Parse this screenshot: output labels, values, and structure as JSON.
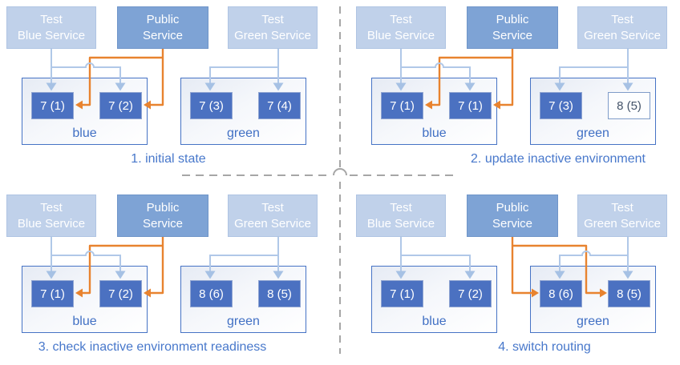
{
  "colors": {
    "service_test_fill": "#C0D1EA",
    "service_public_fill": "#7EA3D5",
    "pod_fill": "#4B71C1",
    "pod_outlined_fill": "#FDFEFF",
    "pod_outlined_text": "#44546A",
    "env_border": "#4673C5",
    "env_label_text": "#4170C4",
    "caption_text": "#4878CB",
    "test_route_line": "#B0C8E8",
    "public_route_line": "#E8832F",
    "divider_gray": "#A6A6A6"
  },
  "quadrants": [
    {
      "caption": "1. initial state",
      "public_route_to": "blue",
      "services": [
        {
          "label": "Test\nBlue Service"
        },
        {
          "label": "Public\nService"
        },
        {
          "label": "Test\nGreen Service"
        }
      ],
      "environments": [
        {
          "name": "blue",
          "pods": [
            {
              "label": "7 (1)"
            },
            {
              "label": "7 (2)"
            }
          ]
        },
        {
          "name": "green",
          "pods": [
            {
              "label": "7 (3)"
            },
            {
              "label": "7 (4)"
            }
          ]
        }
      ]
    },
    {
      "caption": "2. update inactive environment",
      "public_route_to": "blue",
      "services": [
        {
          "label": "Test\nBlue Service"
        },
        {
          "label": "Public\nService"
        },
        {
          "label": "Test\nGreen Service"
        }
      ],
      "environments": [
        {
          "name": "blue",
          "pods": [
            {
              "label": "7 (1)"
            },
            {
              "label": "7 (1)"
            }
          ]
        },
        {
          "name": "green",
          "pods": [
            {
              "label": "7 (3)"
            },
            {
              "label": "8 (5)",
              "outlined": true
            }
          ]
        }
      ]
    },
    {
      "caption": "3. check inactive environment readiness",
      "public_route_to": "blue",
      "services": [
        {
          "label": "Test\nBlue Service"
        },
        {
          "label": "Public\nService"
        },
        {
          "label": "Test\nGreen Service"
        }
      ],
      "environments": [
        {
          "name": "blue",
          "pods": [
            {
              "label": "7 (1)"
            },
            {
              "label": "7 (2)"
            }
          ]
        },
        {
          "name": "green",
          "pods": [
            {
              "label": "8 (6)"
            },
            {
              "label": "8 (5)"
            }
          ]
        }
      ]
    },
    {
      "caption": "4. switch routing",
      "public_route_to": "green",
      "services": [
        {
          "label": "Test\nBlue Service"
        },
        {
          "label": "Public\nService"
        },
        {
          "label": "Test\nGreen Service"
        }
      ],
      "environments": [
        {
          "name": "blue",
          "pods": [
            {
              "label": "7 (1)"
            },
            {
              "label": "7 (2)"
            }
          ]
        },
        {
          "name": "green",
          "pods": [
            {
              "label": "8 (6)"
            },
            {
              "label": "8 (5)"
            }
          ]
        }
      ]
    }
  ]
}
